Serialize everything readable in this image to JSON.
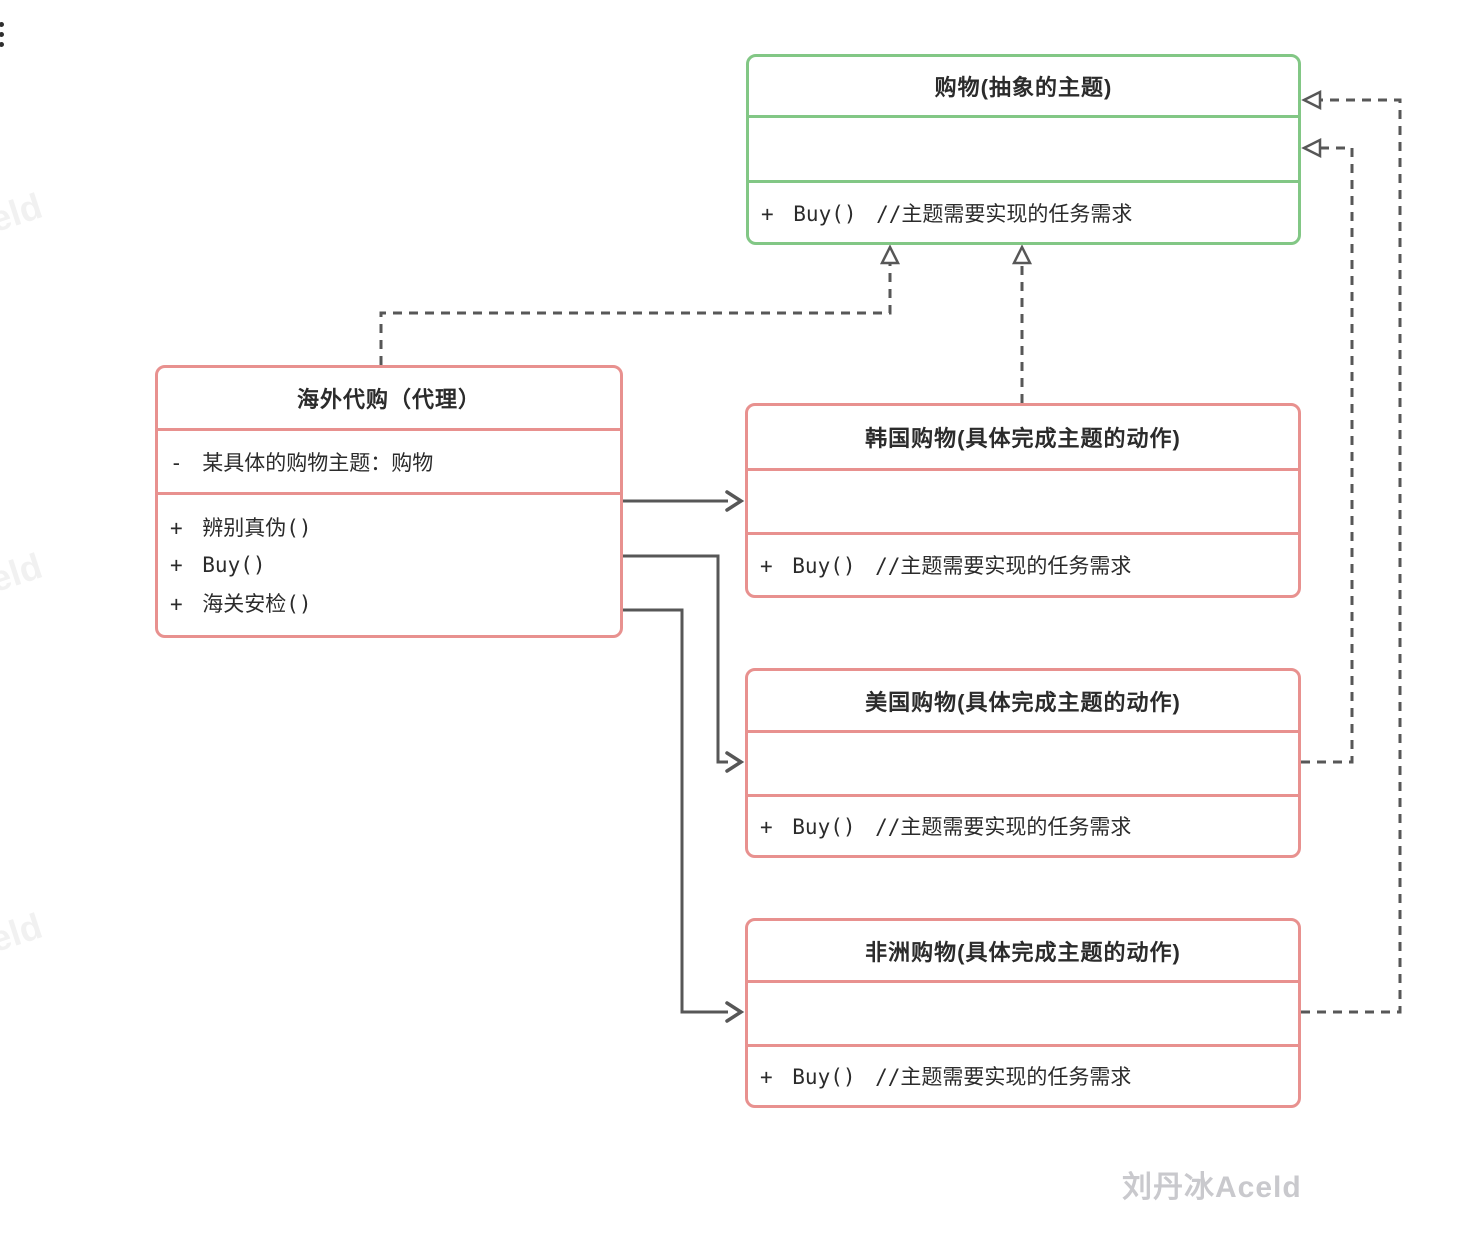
{
  "diagram": {
    "colors": {
      "abstract_border": "#82c785",
      "concrete_border": "#e8918f",
      "connector": "#575757",
      "text": "#2b2b2b",
      "watermark_main": "#c9c9cd",
      "watermark_edge": "#f1f1f1"
    },
    "classes": {
      "abstract": {
        "title": "购物(抽象的主题)",
        "method": "+ Buy() //主题需要实现的任务需求"
      },
      "proxy": {
        "title": "海外代购（代理）",
        "attribute": "- 某具体的购物主题：购物",
        "methods": [
          "+ 辨别真伪()",
          "+ Buy()",
          "+ 海关安检()"
        ]
      },
      "korea": {
        "title": "韩国购物(具体完成主题的动作)",
        "method": "+ Buy() //主题需要实现的任务需求"
      },
      "usa": {
        "title": "美国购物(具体完成主题的动作)",
        "method": "+ Buy() //主题需要实现的任务需求"
      },
      "africa": {
        "title": "非洲购物(具体完成主题的动作)",
        "method": "+ Buy() //主题需要实现的任务需求"
      }
    },
    "relations": [
      {
        "from": "proxy",
        "to": "korea",
        "type": "solid-arrow"
      },
      {
        "from": "proxy",
        "to": "usa",
        "type": "solid-arrow"
      },
      {
        "from": "proxy",
        "to": "africa",
        "type": "solid-arrow"
      },
      {
        "from": "proxy",
        "to": "abstract",
        "type": "dashed-realization"
      },
      {
        "from": "korea",
        "to": "abstract",
        "type": "dashed-realization"
      },
      {
        "from": "usa",
        "to": "abstract",
        "type": "dashed-realization"
      },
      {
        "from": "africa",
        "to": "abstract",
        "type": "dashed-realization"
      }
    ],
    "watermarks": {
      "main": "刘丹冰Aceld",
      "edge": [
        "eld",
        "eld",
        "eld"
      ]
    }
  }
}
